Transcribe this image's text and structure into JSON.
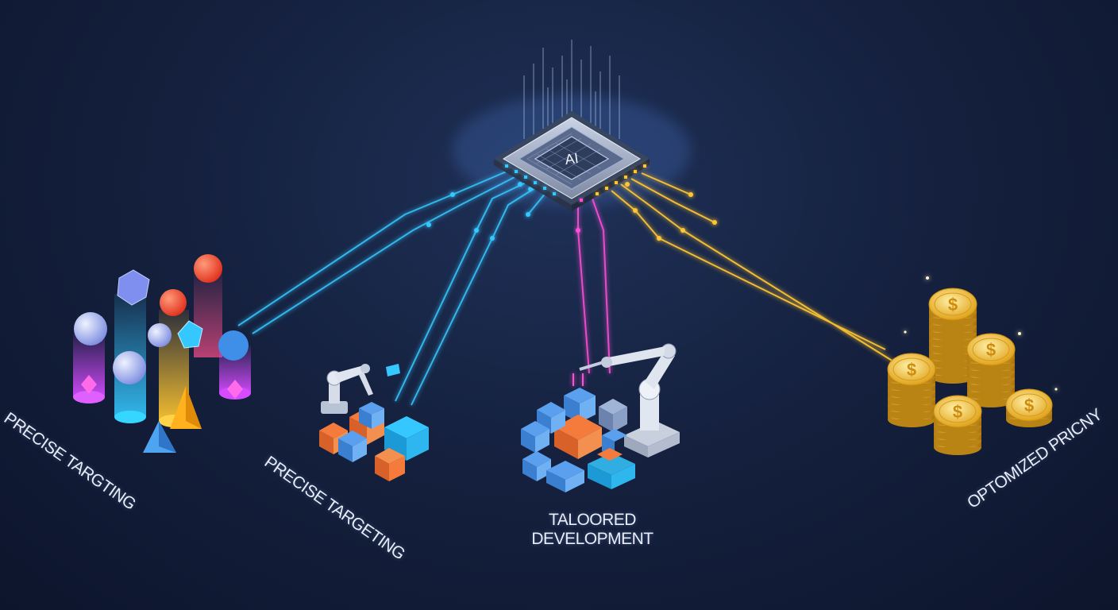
{
  "chip": {
    "label": "AI"
  },
  "branches": [
    {
      "id": "precise-targeting-1",
      "label": "PRECISE TARGTING",
      "color": "#35c7ff"
    },
    {
      "id": "precise-targeting-2",
      "label": "PRECISE TARGETING",
      "color": "#35c7ff"
    },
    {
      "id": "tailored-development",
      "label_line1": "TALOORED",
      "label_line2": "DEVELOPMENT",
      "color": "#ff4fd8"
    },
    {
      "id": "optimized-pricing",
      "label": "OPTOMIZED PRICNY",
      "color": "#ffc530"
    }
  ],
  "colors": {
    "background": "#15213f",
    "cyan": "#35c7ff",
    "magenta": "#ff4fd8",
    "gold": "#ffc530",
    "orange": "#f47b3c",
    "blue_block": "#4a8fe0"
  }
}
